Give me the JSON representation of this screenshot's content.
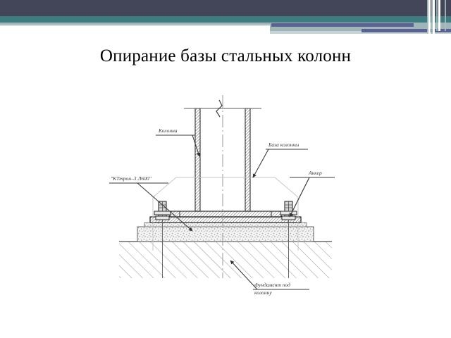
{
  "slide": {
    "title": "Опирание базы стальных колонн",
    "background_color": "#ffffff"
  },
  "header": {
    "dark_bar_color": "#434559",
    "teal_bar_color": "#3d7d82",
    "pale_band_color": "#9cb4b6",
    "accent_bar_color": "#5b6192"
  },
  "drawing": {
    "name": "steel-column-base-detail",
    "labels": {
      "column": "Колонна",
      "column_base": "База колонны",
      "grout": "\"КТтрон–3 Л600\"",
      "anchor": "Анкер",
      "foundation_line1": "Фундамент под",
      "foundation_line2": "колонну"
    },
    "line_color": "#3a3a3a",
    "hatch_color": "#9a9a9a",
    "grout_fill": "#e8e8e8"
  }
}
